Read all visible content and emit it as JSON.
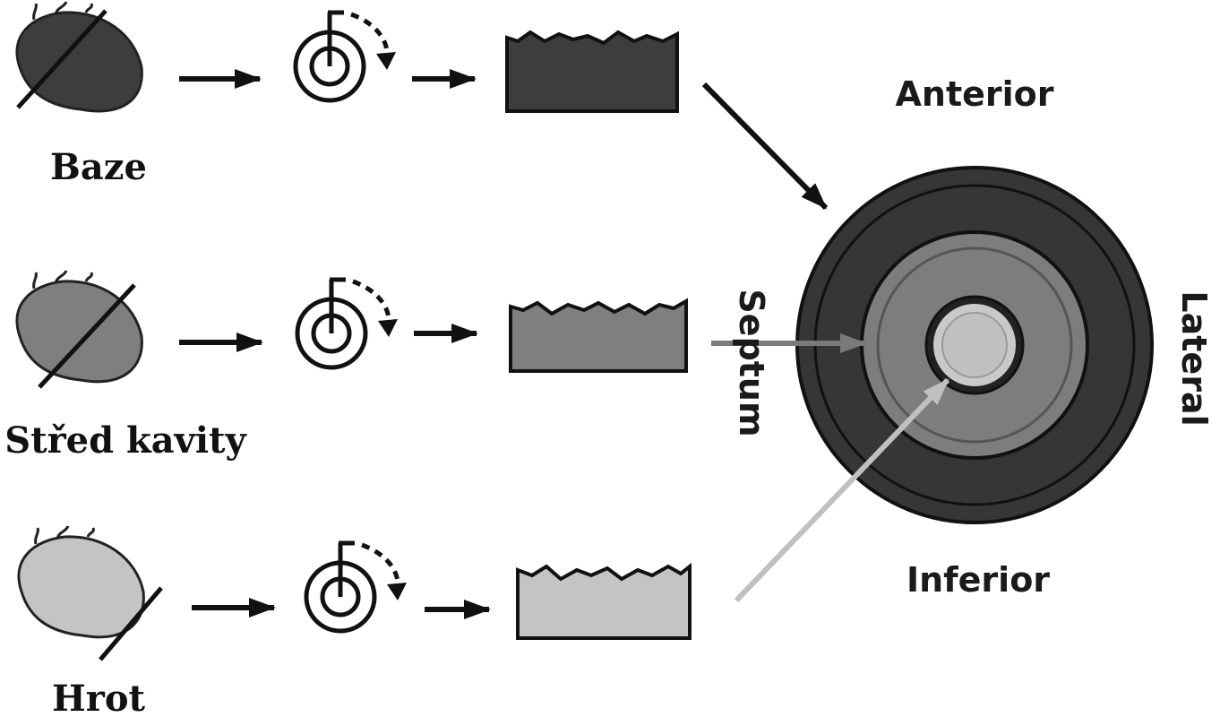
{
  "rows": [
    {
      "label": "Baze",
      "fill": "#3d3d3d"
    },
    {
      "label": "Střed kavity",
      "fill": "#7f7f7f"
    },
    {
      "label": "Hrot",
      "fill": "#c4c4c4"
    }
  ],
  "bullseye": {
    "anterior": "Anterior",
    "inferior": "Inferior",
    "septum": "Septum",
    "lateral": "Lateral",
    "colors": {
      "outer": "#363636",
      "middle": "#7d7d7d",
      "inner": "#c9c9c9",
      "ring_line": "#111111",
      "arrow_base": "#111111",
      "arrow_mid": "#7a7a7a",
      "arrow_apex": "#c0c0c0"
    }
  }
}
